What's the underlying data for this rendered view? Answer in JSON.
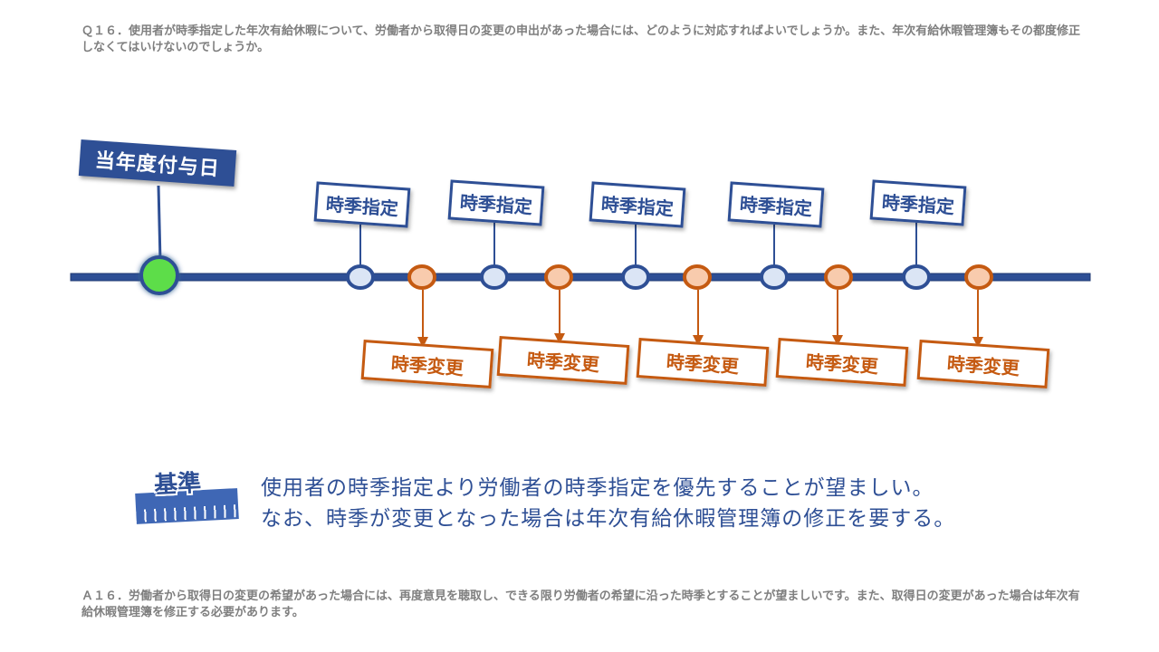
{
  "question": "Ｑ１６．使用者が時季指定した年次有給休暇について、労働者から取得日の変更の申出があった場合には、どのように対応すればよいでしょうか。また、年次有給休暇管理簿もその都度修正しなくてはいけないのでしょうか。",
  "answer": "Ａ１６．労働者から取得日の変更の希望があった場合には、再度意見を聴取し、できる限り労働者の希望に沿った時季とすることが望ましいです。また、取得日の変更があった場合は年次有給休暇管理簿を修正する必要があります。",
  "diagram": {
    "start_label": "当年度付与日",
    "designation_labels": [
      "時季指定",
      "時季指定",
      "時季指定",
      "時季指定",
      "時季指定"
    ],
    "change_labels": [
      "時季変更",
      "時季変更",
      "時季変更",
      "時季変更",
      "時季変更"
    ],
    "colors": {
      "line": "#2e4f95",
      "start_node": "#5ddd4a",
      "designation_node": "#dbe5f5",
      "change_node": "#f8cbad",
      "change_accent": "#c55a11"
    }
  },
  "rule": {
    "badge": "基準",
    "line1": "使用者の時季指定より労働者の時季指定を優先することが望ましい。",
    "line2": "なお、時季が変更となった場合は年次有給休暇管理簿の修正を要する。"
  }
}
